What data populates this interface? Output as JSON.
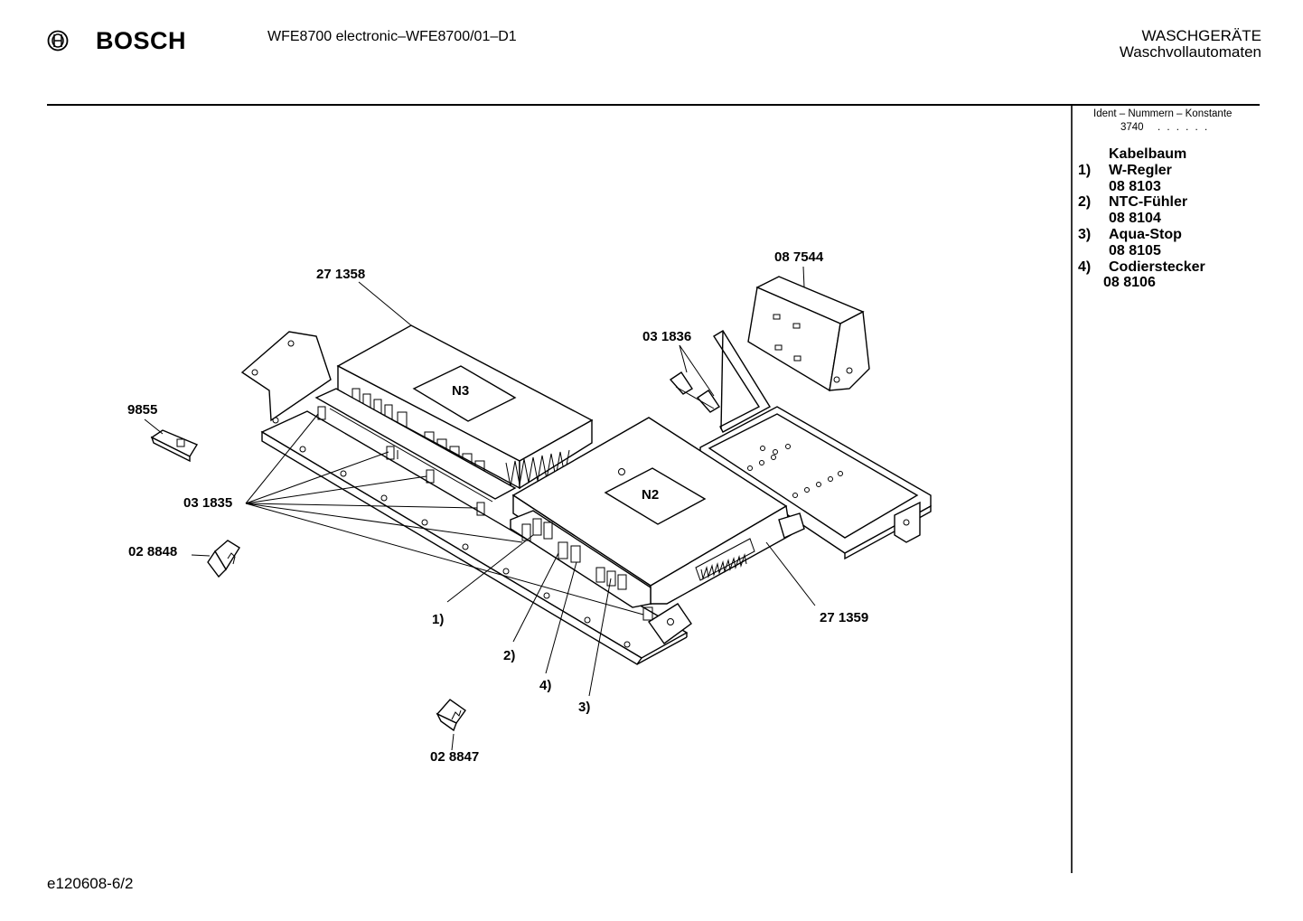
{
  "header": {
    "brand": "BOSCH",
    "model": "WFE8700 electronic–WFE8700/01–D1",
    "category_line1": "WASCHGERÄTE",
    "category_line2": "Waschvollautomaten"
  },
  "ident": {
    "title": "Ident – Nummern – Konstante",
    "value": "3740",
    "dots": ". . . . . ."
  },
  "legend": {
    "heading": "Kabelbaum",
    "items": [
      {
        "num": "1)",
        "name": "W-Regler",
        "part": "08 8103"
      },
      {
        "num": "2)",
        "name": "NTC-Fühler",
        "part": "08 8104"
      },
      {
        "num": "3)",
        "name": "Aqua-Stop",
        "part": "08 8105"
      },
      {
        "num": "4)",
        "name": "Codierstecker",
        "part": "08 8106"
      }
    ]
  },
  "callouts": {
    "p271358": "27 1358",
    "p087544": "08 7544",
    "p031836": "03 1836",
    "p9855": "9855",
    "p031835": "03 1835",
    "p028848": "02 8848",
    "p271359": "27 1359",
    "p028847": "02 8847",
    "n3": "N3",
    "n2": "N2",
    "c1": "1)",
    "c2": "2)",
    "c3": "3)",
    "c4": "4)"
  },
  "footer": {
    "code": "e120608-6/2"
  }
}
